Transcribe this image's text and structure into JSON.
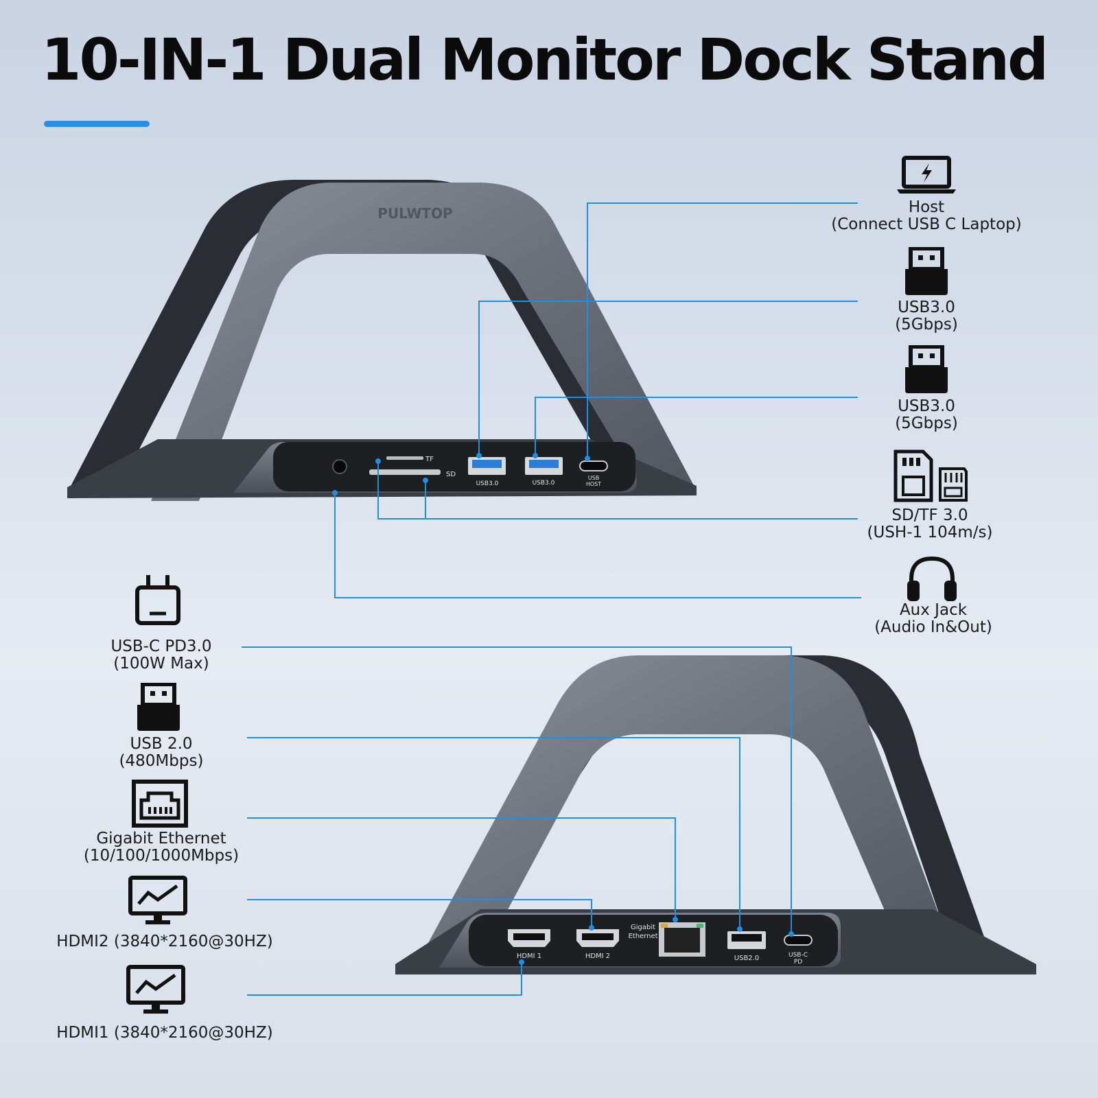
{
  "title": "10-IN-1 Dual Monitor Dock Stand",
  "brand": "PULWTOP",
  "colors": {
    "accent": "#2a8fe0",
    "leader_line": "#1f8fe0",
    "icon": "#111111",
    "device_metal": "#6b717b",
    "device_dark": "#1d1f23"
  },
  "top_device": {
    "port_labels": [
      "TF",
      "SD",
      "USB3.0",
      "USB3.0",
      "USB",
      "HOST"
    ]
  },
  "bottom_device": {
    "port_labels": [
      "HDMI 1",
      "HDMI 2",
      "Gigabit",
      "Ethernet",
      "USB2.0",
      "USB-C",
      "PD"
    ]
  },
  "right_features": [
    {
      "icon": "laptop-charging-icon",
      "line1": "Host",
      "line2": "(Connect USB C Laptop)"
    },
    {
      "icon": "usb-a-icon",
      "line1": "USB3.0",
      "line2": "(5Gbps)"
    },
    {
      "icon": "usb-a-icon",
      "line1": "USB3.0",
      "line2": "(5Gbps)"
    },
    {
      "icon": "sd-card-icon",
      "line1": "SD/TF 3.0",
      "line2": "(USH-1 104m/s)"
    },
    {
      "icon": "headphones-icon",
      "line1": "Aux Jack",
      "line2": "(Audio In&Out)"
    }
  ],
  "left_features": [
    {
      "icon": "power-adapter-icon",
      "line1": "USB-C PD3.0",
      "line2": "(100W Max)"
    },
    {
      "icon": "usb-a-icon",
      "line1": "USB 2.0",
      "line2": "(480Mbps)"
    },
    {
      "icon": "ethernet-port-icon",
      "line1": "Gigabit Ethernet",
      "line2": "(10/100/1000Mbps)"
    },
    {
      "icon": "monitor-icon",
      "line1": "HDMI2 (3840*2160@30HZ)"
    },
    {
      "icon": "monitor-icon",
      "line1": "HDMI1 (3840*2160@30HZ)"
    }
  ]
}
